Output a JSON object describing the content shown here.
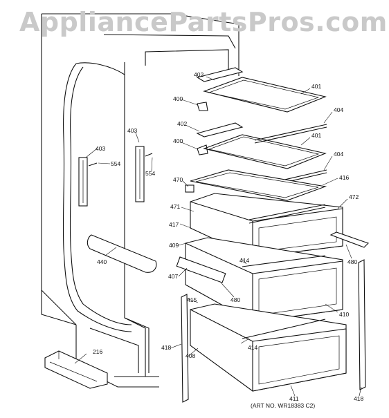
{
  "watermark": "AppliancePartsPros.com",
  "art_number": "(ART NO. WR18383 C2)",
  "labels": {
    "l402a": "402",
    "l401a": "401",
    "l400a": "400",
    "l404a": "404",
    "l402b": "402",
    "l401b": "401",
    "l400b": "400",
    "l404b": "404",
    "l403a": "403",
    "l403b": "403",
    "l554a": "554",
    "l554b": "554",
    "l470": "470",
    "l416": "416",
    "l471": "471",
    "l472": "472",
    "l417": "417",
    "l409": "409",
    "l414a": "414",
    "l480a": "480",
    "l440": "440",
    "l407": "407",
    "l480b": "480",
    "l415": "415",
    "l410": "410",
    "l414b": "414",
    "l418a": "418",
    "l408": "408",
    "l216": "216",
    "l411": "411",
    "l418b": "418"
  }
}
